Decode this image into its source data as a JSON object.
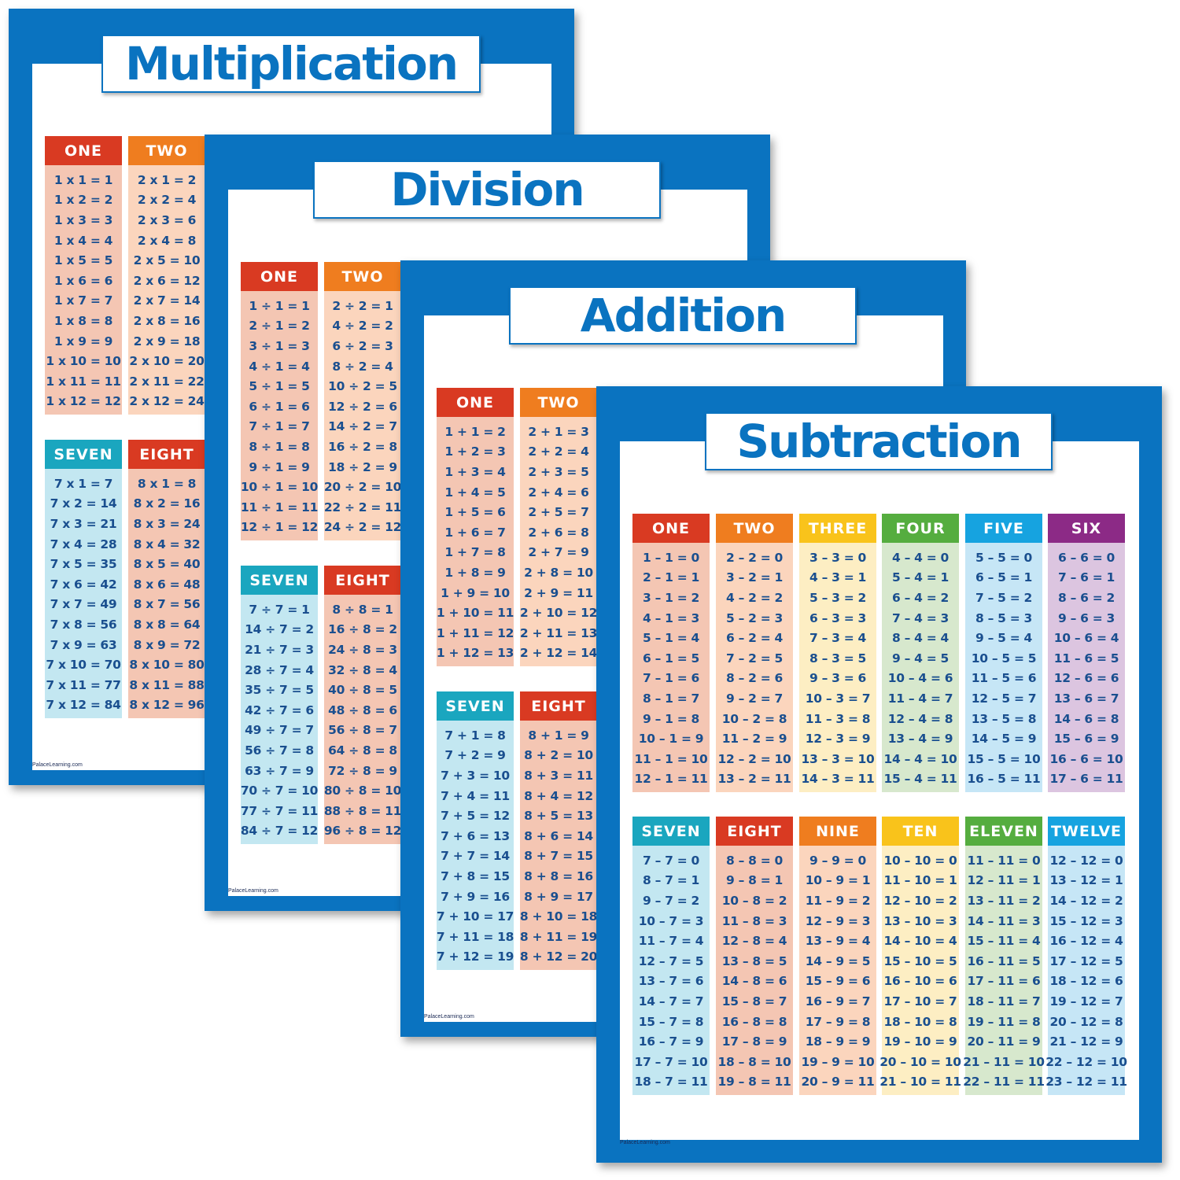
{
  "colors": {
    "frame": "#0a73c0",
    "title_text": "#0a73c0",
    "equation_text": "#1a4f8f",
    "headers": {
      "red": "#d93a22",
      "orange": "#ef7d1f",
      "yellow": "#f9c31b",
      "green": "#55ad3f",
      "blue": "#16a3e0",
      "purple": "#8c2a86",
      "teal": "#1aa6bf"
    },
    "bodies": {
      "red": "#f4c6b3",
      "orange": "#fbd5bd",
      "yellow": "#fdeec3",
      "green": "#d7e8cd",
      "blue": "#c6e6f6",
      "purple": "#dcc5e0",
      "teal": "#c3e7f1"
    }
  },
  "footer": "PalaceLearning.com",
  "posters": [
    {
      "title": "Multiplication",
      "columns": [
        {
          "label": "ONE",
          "color": "red",
          "rows": [
            "1 x 1 = 1",
            "1 x 2 = 2",
            "1 x 3 = 3",
            "1 x 4 = 4",
            "1 x 5 = 5",
            "1 x 6 = 6",
            "1 x 7 = 7",
            "1 x 8 = 8",
            "1 x 9 = 9",
            "1 x 10 = 10",
            "1 x 11 = 11",
            "1 x 12 = 12"
          ]
        },
        {
          "label": "TWO",
          "color": "orange",
          "rows": [
            "2 x 1 = 2",
            "2 x 2 = 4",
            "2 x 3 = 6",
            "2 x 4 = 8",
            "2 x 5 = 10",
            "2 x 6 = 12",
            "2 x 7 = 14",
            "2 x 8 = 16",
            "2 x 9 = 18",
            "2 x 10 = 20",
            "2 x 11 = 22",
            "2 x 12 = 24"
          ]
        },
        {
          "label": "SEVEN",
          "color": "teal",
          "rows": [
            "7 x 1 = 7",
            "7 x 2 = 14",
            "7 x 3 = 21",
            "7 x 4 = 28",
            "7 x 5 = 35",
            "7 x 6 = 42",
            "7 x 7 = 49",
            "7 x 8 = 56",
            "7 x 9 = 63",
            "7 x 10 = 70",
            "7 x 11 = 77",
            "7 x 12 = 84"
          ]
        },
        {
          "label": "EIGHT",
          "color": "red",
          "rows": [
            "8 x 1 = 8",
            "8 x 2 = 16",
            "8 x 3 = 24",
            "8 x 4 = 32",
            "8 x 5 = 40",
            "8 x 6 = 48",
            "8 x 7 = 56",
            "8 x 8 = 64",
            "8 x 9 = 72",
            "8 x 10 = 80",
            "8 x 11 = 88",
            "8 x 12 = 96"
          ]
        }
      ]
    },
    {
      "title": "Division",
      "columns": [
        {
          "label": "ONE",
          "color": "red",
          "rows": [
            "1 ÷ 1 = 1",
            "2 ÷ 1 = 2",
            "3 ÷ 1 = 3",
            "4 ÷ 1 = 4",
            "5 ÷ 1 = 5",
            "6 ÷ 1 = 6",
            "7 ÷ 1 = 7",
            "8 ÷ 1 = 8",
            "9 ÷ 1 = 9",
            "10 ÷ 1 = 10",
            "11 ÷ 1 = 11",
            "12 ÷ 1 = 12"
          ]
        },
        {
          "label": "TWO",
          "color": "orange",
          "rows": [
            "2 ÷ 2 = 1",
            "4 ÷ 2 = 2",
            "6 ÷ 2 = 3",
            "8 ÷ 2 = 4",
            "10 ÷ 2 = 5",
            "12 ÷ 2 = 6",
            "14 ÷ 2 = 7",
            "16 ÷ 2 = 8",
            "18 ÷ 2 = 9",
            "20 ÷ 2 = 10",
            "22 ÷ 2 = 11",
            "24 ÷ 2 = 12"
          ]
        },
        {
          "label": "SEVEN",
          "color": "teal",
          "rows": [
            "7 ÷ 7 = 1",
            "14 ÷ 7 = 2",
            "21 ÷ 7 = 3",
            "28 ÷ 7 = 4",
            "35 ÷ 7 = 5",
            "42 ÷ 7 = 6",
            "49 ÷ 7 = 7",
            "56 ÷ 7 = 8",
            "63 ÷ 7 = 9",
            "70 ÷ 7 = 10",
            "77 ÷ 7 = 11",
            "84 ÷ 7 = 12"
          ]
        },
        {
          "label": "EIGHT",
          "color": "red",
          "rows": [
            "8 ÷ 8 = 1",
            "16 ÷ 8 = 2",
            "24 ÷ 8 = 3",
            "32 ÷ 8 = 4",
            "40 ÷ 8 = 5",
            "48 ÷ 8 = 6",
            "56 ÷ 8 = 7",
            "64 ÷ 8 = 8",
            "72 ÷ 8 = 9",
            "80 ÷ 8 = 10",
            "88 ÷ 8 = 11",
            "96 ÷ 8 = 12"
          ]
        }
      ]
    },
    {
      "title": "Addition",
      "columns": [
        {
          "label": "ONE",
          "color": "red",
          "rows": [
            "1 + 1 = 2",
            "1 + 2 = 3",
            "1 + 3 = 4",
            "1 + 4 = 5",
            "1 + 5 = 6",
            "1 + 6 = 7",
            "1 + 7 = 8",
            "1 + 8 = 9",
            "1 + 9 = 10",
            "1 + 10 = 11",
            "1 + 11 = 12",
            "1 + 12 = 13"
          ]
        },
        {
          "label": "TWO",
          "color": "orange",
          "rows": [
            "2 + 1 = 3",
            "2 + 2 = 4",
            "2 + 3 = 5",
            "2 + 4 = 6",
            "2 + 5 = 7",
            "2 + 6 = 8",
            "2 + 7 = 9",
            "2 + 8 = 10",
            "2 + 9 = 11",
            "2 + 10 = 12",
            "2 + 11 = 13",
            "2 + 12 = 14"
          ]
        },
        {
          "label": "SEVEN",
          "color": "teal",
          "rows": [
            "7 + 1 = 8",
            "7 + 2 = 9",
            "7 + 3 = 10",
            "7 + 4 = 11",
            "7 + 5 = 12",
            "7 + 6 = 13",
            "7 + 7 = 14",
            "7 + 8 = 15",
            "7 + 9 = 16",
            "7 + 10 = 17",
            "7 + 11 = 18",
            "7 + 12 = 19"
          ]
        },
        {
          "label": "EIGHT",
          "color": "red",
          "rows": [
            "8 + 1 = 9",
            "8 + 2 = 10",
            "8 + 3 = 11",
            "8 + 4 = 12",
            "8 + 5 = 13",
            "8 + 6 = 14",
            "8 + 7 = 15",
            "8 + 8 = 16",
            "8 + 9 = 17",
            "8 + 10 = 18",
            "8 + 11 = 19",
            "8 + 12 = 20"
          ]
        }
      ]
    },
    {
      "title": "Subtraction",
      "columns": [
        {
          "label": "ONE",
          "color": "red",
          "rows": [
            "1 – 1 = 0",
            "2 – 1 = 1",
            "3 – 1 = 2",
            "4 – 1 = 3",
            "5 – 1 = 4",
            "6 – 1 = 5",
            "7 – 1 = 6",
            "8 – 1 = 7",
            "9 – 1 = 8",
            "10 – 1 = 9",
            "11 – 1 = 10",
            "12 – 1 = 11"
          ]
        },
        {
          "label": "TWO",
          "color": "orange",
          "rows": [
            "2 – 2 = 0",
            "3 – 2 = 1",
            "4 – 2 = 2",
            "5 – 2 = 3",
            "6 – 2 = 4",
            "7 – 2 = 5",
            "8 – 2 = 6",
            "9 – 2 = 7",
            "10 – 2 = 8",
            "11 – 2 = 9",
            "12 – 2 = 10",
            "13 – 2 = 11"
          ]
        },
        {
          "label": "THREE",
          "color": "yellow",
          "rows": [
            "3 – 3 = 0",
            "4 – 3 = 1",
            "5 – 3 = 2",
            "6 – 3 = 3",
            "7 – 3 = 4",
            "8 – 3 = 5",
            "9 – 3 = 6",
            "10 – 3 = 7",
            "11 – 3 = 8",
            "12 – 3 = 9",
            "13 – 3 = 10",
            "14 – 3 = 11"
          ]
        },
        {
          "label": "FOUR",
          "color": "green",
          "rows": [
            "4 – 4 = 0",
            "5 – 4 = 1",
            "6 – 4 = 2",
            "7 – 4 = 3",
            "8 – 4 = 4",
            "9 – 4 = 5",
            "10 – 4 = 6",
            "11 – 4 = 7",
            "12 – 4 = 8",
            "13 – 4 = 9",
            "14 – 4 = 10",
            "15 – 4 = 11"
          ]
        },
        {
          "label": "FIVE",
          "color": "blue",
          "rows": [
            "5 – 5 = 0",
            "6 – 5 = 1",
            "7 – 5 = 2",
            "8 – 5 = 3",
            "9 – 5 = 4",
            "10 – 5 = 5",
            "11 – 5 = 6",
            "12 – 5 = 7",
            "13 – 5 = 8",
            "14 – 5 = 9",
            "15 – 5 = 10",
            "16 – 5 = 11"
          ]
        },
        {
          "label": "SIX",
          "color": "purple",
          "rows": [
            "6 – 6 = 0",
            "7 – 6 = 1",
            "8 – 6 = 2",
            "9 – 6 = 3",
            "10 – 6 = 4",
            "11 – 6 = 5",
            "12 – 6 = 6",
            "13 – 6 = 7",
            "14 – 6 = 8",
            "15 – 6 = 9",
            "16 – 6 = 10",
            "17 – 6 = 11"
          ]
        },
        {
          "label": "SEVEN",
          "color": "teal",
          "rows": [
            "7 – 7 = 0",
            "8 – 7 = 1",
            "9 – 7 = 2",
            "10 – 7 = 3",
            "11 – 7 = 4",
            "12 – 7 = 5",
            "13 – 7 = 6",
            "14 – 7 = 7",
            "15 – 7 = 8",
            "16 – 7 = 9",
            "17 – 7 = 10",
            "18 – 7 = 11"
          ]
        },
        {
          "label": "EIGHT",
          "color": "red",
          "rows": [
            "8 – 8 = 0",
            "9 – 8 = 1",
            "10 – 8 = 2",
            "11 – 8 = 3",
            "12 – 8 = 4",
            "13 – 8 = 5",
            "14 – 8 = 6",
            "15 – 8 = 7",
            "16 – 8 = 8",
            "17 – 8 = 9",
            "18 – 8 = 10",
            "19 – 8 = 11"
          ]
        },
        {
          "label": "NINE",
          "color": "orange",
          "rows": [
            "9 – 9 = 0",
            "10 – 9 = 1",
            "11 – 9 = 2",
            "12 – 9 = 3",
            "13 – 9 = 4",
            "14 – 9 = 5",
            "15 – 9 = 6",
            "16 – 9 = 7",
            "17 – 9 = 8",
            "18 – 9 = 9",
            "19 – 9 = 10",
            "20 – 9 = 11"
          ]
        },
        {
          "label": "TEN",
          "color": "yellow",
          "rows": [
            "10 – 10 = 0",
            "11 – 10 = 1",
            "12 – 10 = 2",
            "13 – 10 = 3",
            "14 – 10 = 4",
            "15 – 10 = 5",
            "16 – 10 = 6",
            "17 – 10 = 7",
            "18 – 10 = 8",
            "19 – 10 = 9",
            "20 – 10 = 10",
            "21 – 10 = 11"
          ]
        },
        {
          "label": "ELEVEN",
          "color": "green",
          "rows": [
            "11 – 11 = 0",
            "12 – 11 = 1",
            "13 – 11 = 2",
            "14 – 11 = 3",
            "15 – 11 = 4",
            "16 – 11 = 5",
            "17 – 11 = 6",
            "18 – 11 = 7",
            "19 – 11 = 8",
            "20 – 11 = 9",
            "21 – 11 = 10",
            "22 – 11 = 11"
          ]
        },
        {
          "label": "TWELVE",
          "color": "blue",
          "rows": [
            "12 – 12 = 0",
            "13 – 12 = 1",
            "14 – 12 = 2",
            "15 – 12 = 3",
            "16 – 12 = 4",
            "17 – 12 = 5",
            "18 – 12 = 6",
            "19 – 12 = 7",
            "20 – 12 = 8",
            "21 – 12 = 9",
            "22 – 12 = 10",
            "23 – 12 = 11"
          ]
        }
      ]
    }
  ]
}
